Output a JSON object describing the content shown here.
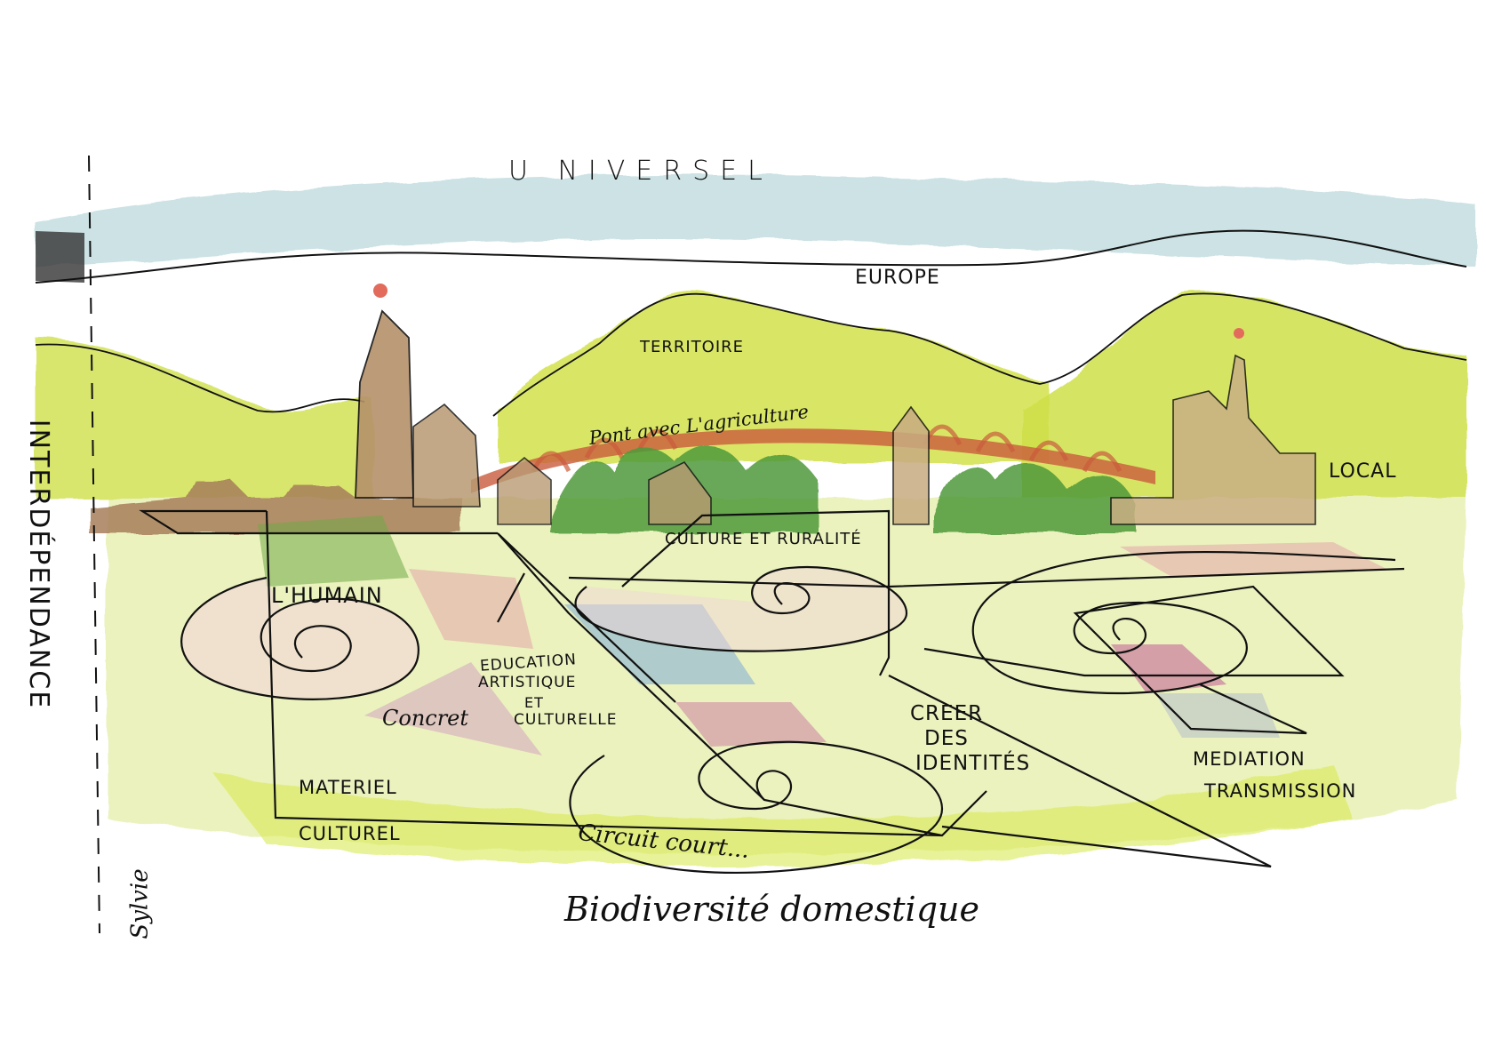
{
  "labels": {
    "universel": "U NIVERSEL",
    "europe": "EUROPE",
    "territoire": "TERRITOIRE",
    "pont": "Pont avec L'agriculture",
    "local": "LOCAL",
    "culture_ruralite": "CULTURE ET RURALITÉ",
    "humain": "L'HUMAIN",
    "education": [
      "EDUCATION",
      "ARTISTIQUE",
      "ET",
      "CULTURELLE"
    ],
    "concret": "Concret",
    "creer": [
      "CREER",
      "DES",
      "IDENTITÉS"
    ],
    "mediation": [
      "MEDIATION",
      "TRANSMISSION"
    ],
    "materiel": "MATERIEL",
    "culturel": "CULTUREL",
    "circuit": "Circuit court...",
    "biodiversite": "Biodiversité domestique",
    "interdependance": "INTERDÉPENDANCE",
    "signature": "Sylvie"
  },
  "colors": {
    "sky": "#bcd9dc",
    "hills": "#cfe04a",
    "buildings": "#b89a72",
    "forest": "#4f9a3a",
    "pink": "#e4a6a8",
    "blue": "#8fb6d3",
    "magenta": "#c9739f",
    "ink": "#111111"
  }
}
